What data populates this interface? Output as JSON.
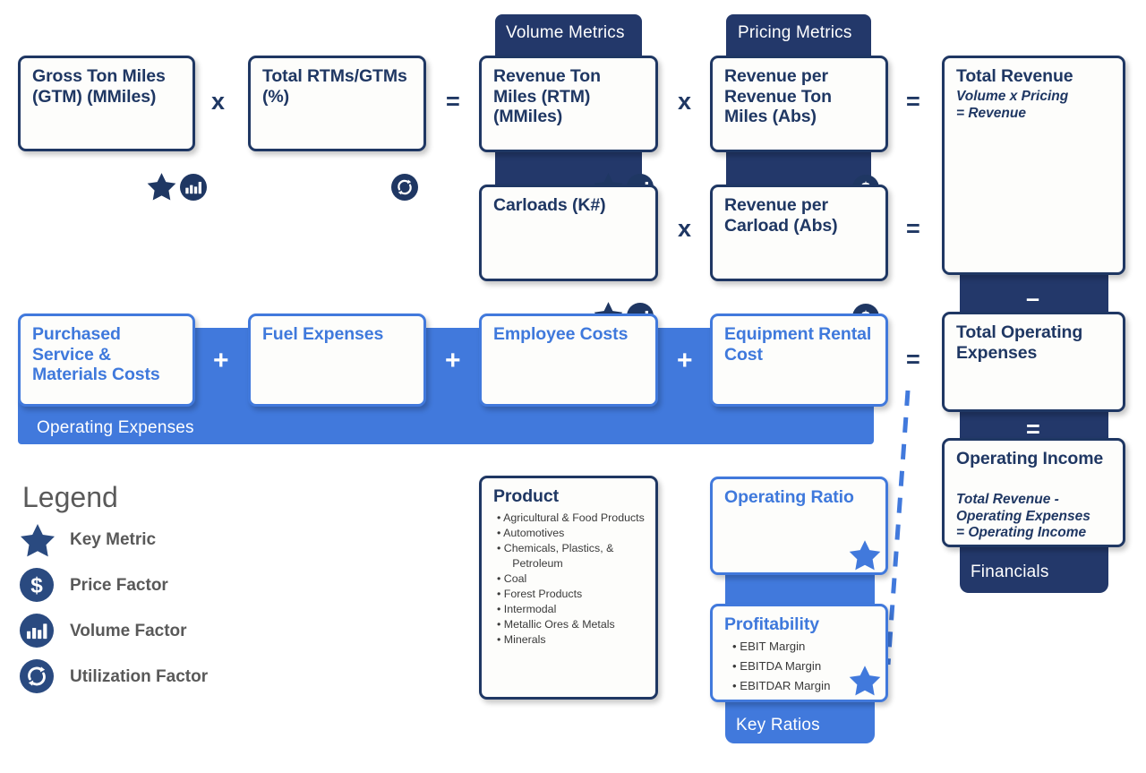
{
  "theme": {
    "navy": "#1f3763",
    "navy_band": "#23386a",
    "blue": "#4179dc",
    "box_bg": "#fdfdfb",
    "legend_text": "#595959",
    "bullet_text": "#3a3a3a"
  },
  "bands": {
    "volume_metrics": "Volume Metrics",
    "pricing_metrics": "Pricing Metrics",
    "operating_expenses": "Operating Expenses",
    "financials": "Financials",
    "key_ratios": "Key Ratios"
  },
  "operators": {
    "times_1": "x",
    "equals_1": "=",
    "times_2": "x",
    "equals_2": "=",
    "times_3": "x",
    "equals_3": "=",
    "plus_1": "+",
    "plus_2": "+",
    "plus_3": "+",
    "equals_4": "=",
    "minus_1": "–",
    "equals_5": "="
  },
  "boxes": {
    "gross_ton_miles": {
      "title": "Gross Ton Miles (GTM) (MMiles)",
      "icons": [
        "star-icon",
        "volume-bars-icon"
      ]
    },
    "total_rtm_gtm": {
      "title": "Total RTMs/GTMs (%)",
      "icons": [
        "utilization-refresh-icon"
      ]
    },
    "revenue_ton_miles": {
      "title": "Revenue Ton Miles (RTM) (MMiles)",
      "icons": [
        "star-icon",
        "volume-bars-icon"
      ]
    },
    "carloads": {
      "title": "Carloads (K#)",
      "icons": [
        "star-icon",
        "volume-bars-icon"
      ]
    },
    "revenue_per_rtm": {
      "title": "Revenue per Revenue Ton Miles (Abs)",
      "icons": [
        "dollar-icon"
      ]
    },
    "revenue_per_carload": {
      "title": "Revenue per Carload (Abs)",
      "icons": [
        "dollar-icon"
      ]
    },
    "total_revenue": {
      "title": "Total Revenue",
      "subtitle": "Volume x Pricing\n= Revenue"
    },
    "purchased_service": {
      "title": "Purchased Service & Materials Costs"
    },
    "fuel_expenses": {
      "title": "Fuel Expenses"
    },
    "employee_costs": {
      "title": "Employee Costs"
    },
    "equipment_rental": {
      "title": "Equipment Rental Cost"
    },
    "total_operating_expenses": {
      "title": "Total Operating Expenses"
    },
    "operating_income": {
      "title": "Operating Income",
      "subtitle": "Total Revenue -\nOperating Expenses\n= Operating Income"
    },
    "product": {
      "title": "Product",
      "items": [
        "Agricultural & Food Products",
        "Automotives",
        "Chemicals, Plastics, &",
        "   Petroleum",
        "Coal",
        "Forest Products",
        "Intermodal",
        "Metallic Ores & Metals",
        "Minerals"
      ],
      "bulleted": [
        true,
        true,
        true,
        false,
        true,
        true,
        true,
        true,
        true
      ]
    },
    "operating_ratio": {
      "title": "Operating Ratio",
      "icons": [
        "star-icon"
      ]
    },
    "profitability": {
      "title": "Profitability",
      "items": [
        "EBIT Margin",
        "EBITDA Margin",
        "EBITDAR Margin"
      ],
      "icons": [
        "star-icon"
      ]
    }
  },
  "legend": {
    "title": "Legend",
    "items": [
      {
        "icon": "star-icon",
        "label": "Key Metric"
      },
      {
        "icon": "dollar-icon",
        "label": "Price Factor"
      },
      {
        "icon": "volume-bars-icon",
        "label": "Volume Factor"
      },
      {
        "icon": "utilization-refresh-icon",
        "label": "Utilization Factor"
      }
    ]
  }
}
